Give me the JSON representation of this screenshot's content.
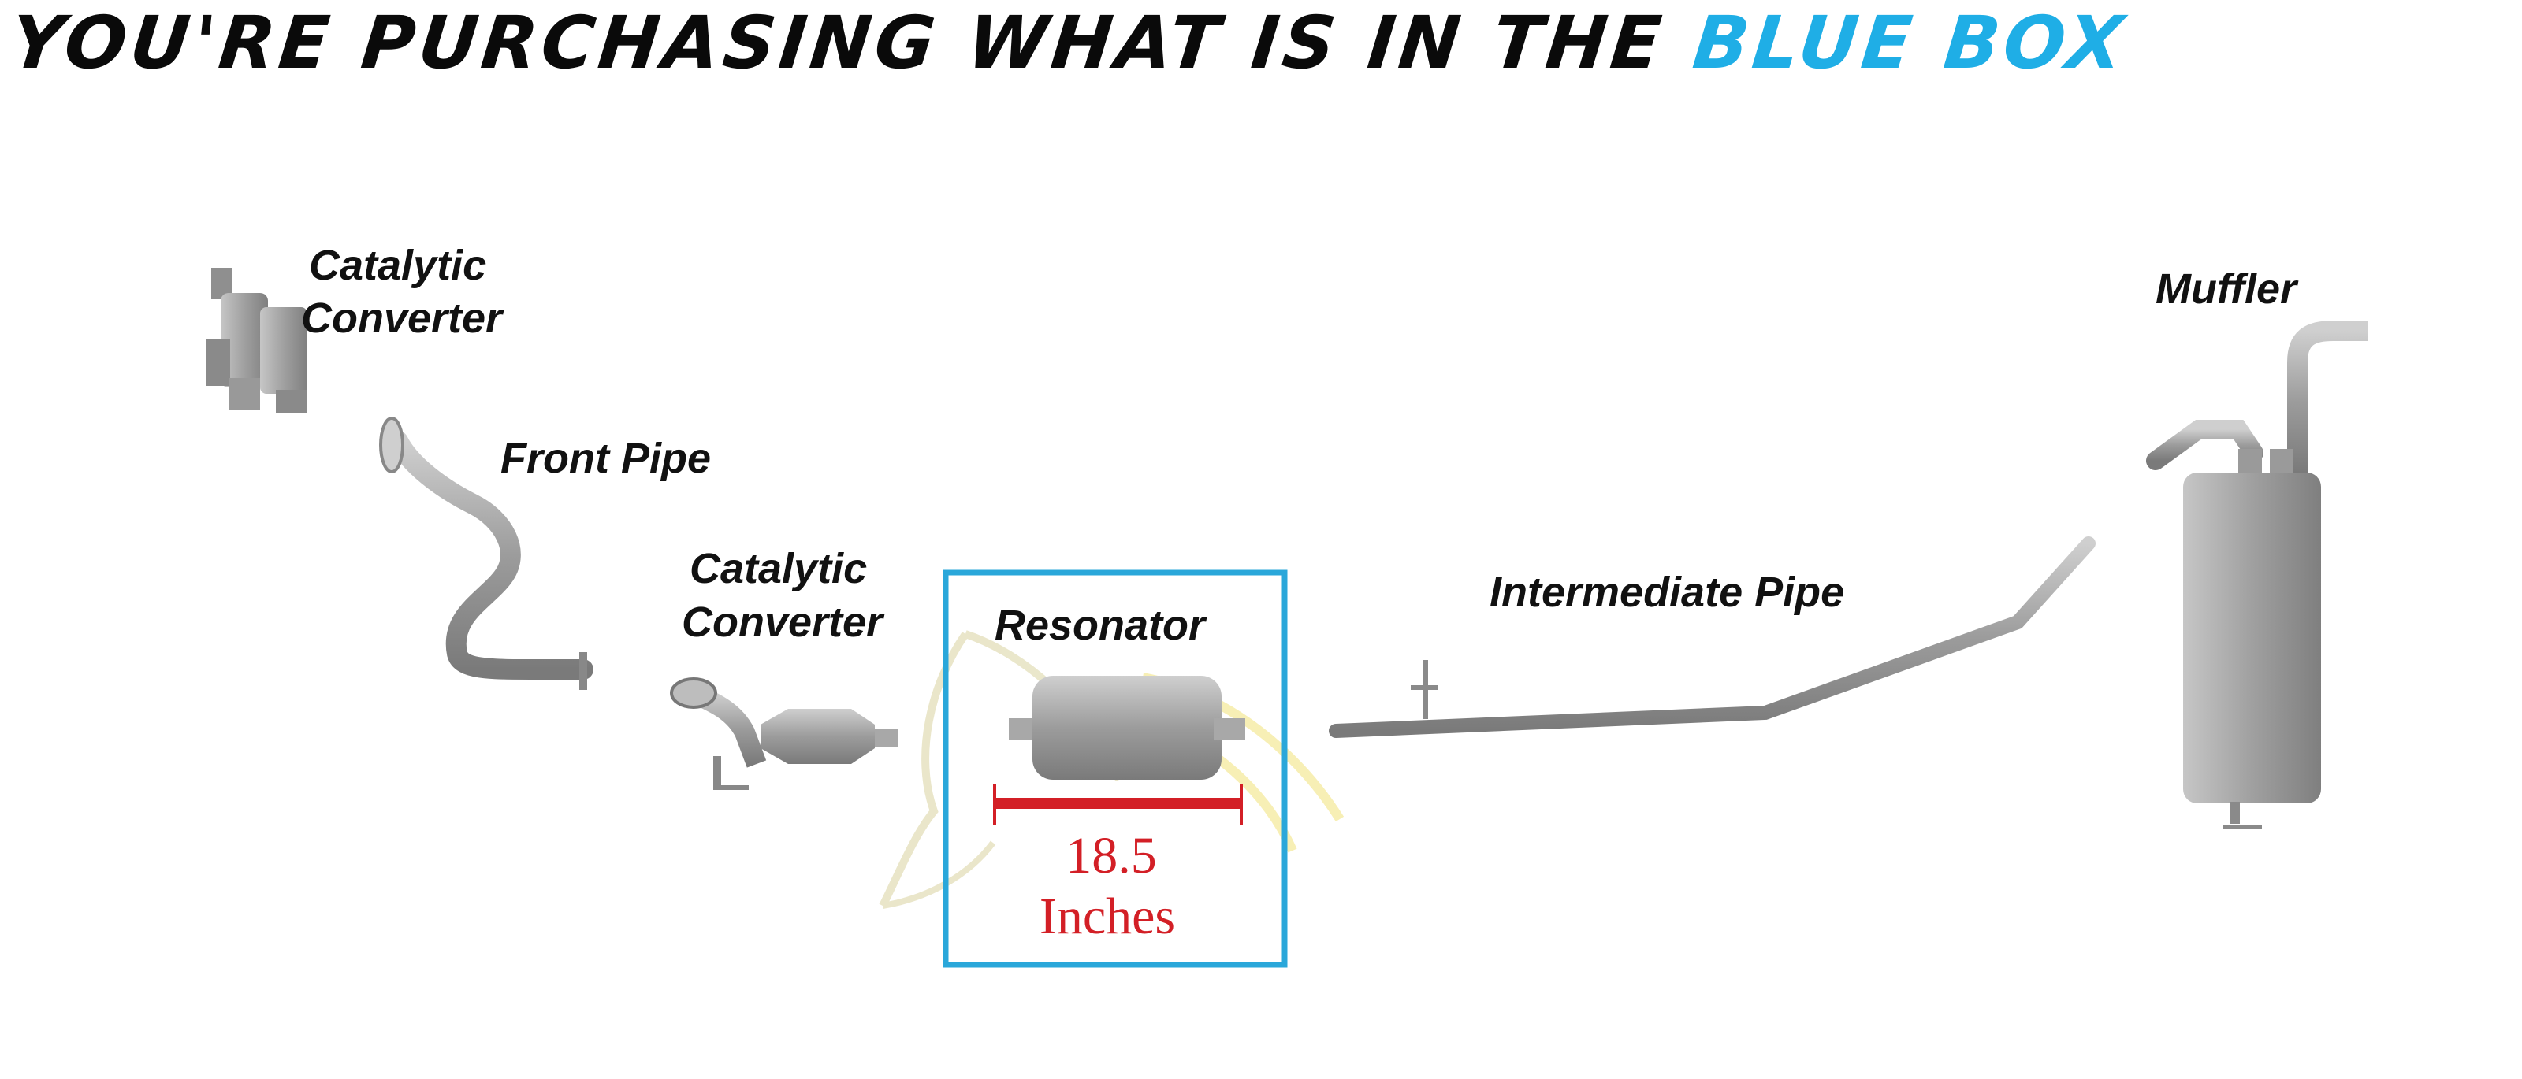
{
  "headline": {
    "text_main": "YOU'RE PURCHASING WHAT IS IN THE ",
    "text_accent": "BLUE BOX"
  },
  "colors": {
    "text": "#0a0a0a",
    "accent_blue": "#1faee6",
    "measure_red": "#d31f26",
    "pipe_gray": "#9a9a9a"
  },
  "parts": {
    "catalytic_converter_1": {
      "line1": "Catalytic",
      "line2": "Converter"
    },
    "front_pipe": {
      "label": "Front Pipe"
    },
    "catalytic_converter_2": {
      "line1": "Catalytic",
      "line2": "Converter"
    },
    "resonator": {
      "label": "Resonator"
    },
    "intermediate_pipe": {
      "label": "Intermediate Pipe"
    },
    "muffler": {
      "label": "Muffler"
    }
  },
  "measurement": {
    "value": "18.5",
    "unit": "Inches"
  },
  "icons": [
    "catalytic-converter-icon",
    "front-pipe-icon",
    "resonator-icon",
    "intermediate-pipe-icon",
    "muffler-icon",
    "horse-watermark-icon"
  ]
}
